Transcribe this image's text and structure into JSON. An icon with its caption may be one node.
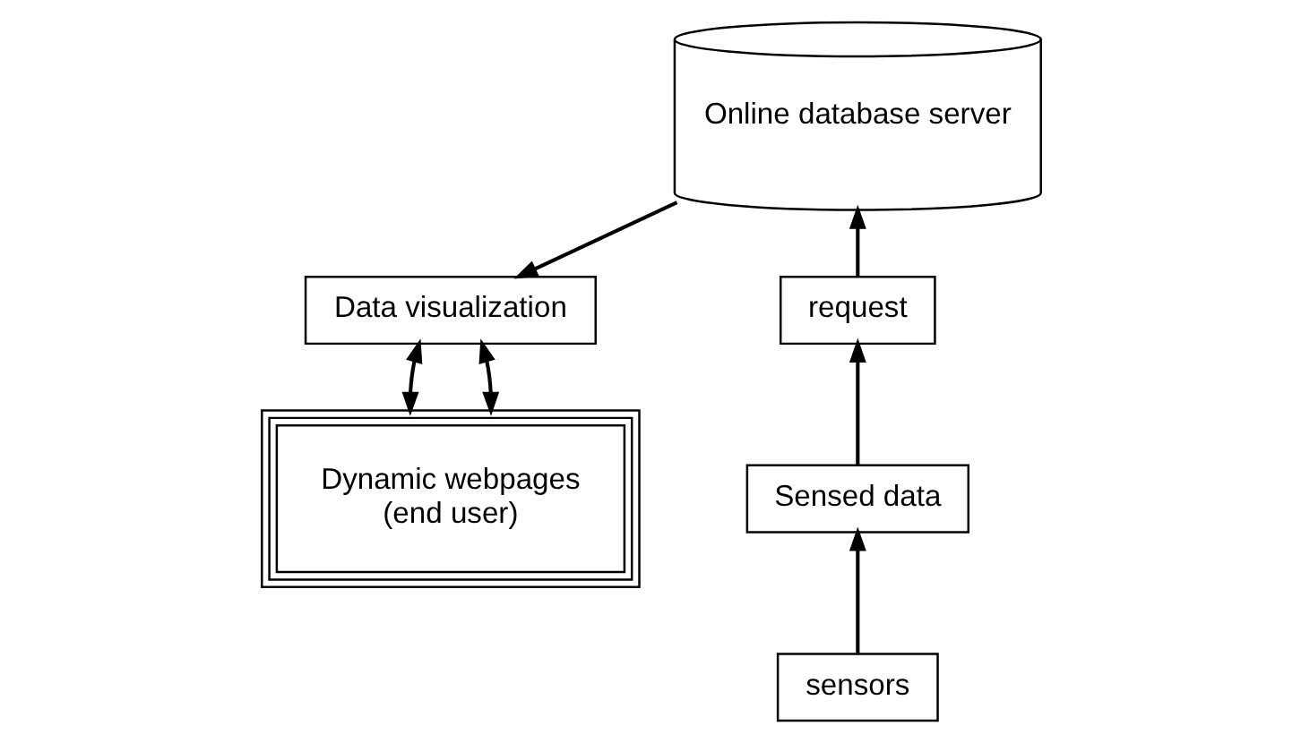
{
  "diagram": {
    "nodes": [
      {
        "text": [
          "Online database server"
        ]
      },
      {
        "text": [
          "request"
        ]
      },
      {
        "text": [
          "Sensed data"
        ]
      },
      {
        "text": [
          "sensors"
        ]
      },
      {
        "text": [
          "Data visualization"
        ]
      },
      {
        "text": [
          "Dynamic webpages",
          "(end user)"
        ]
      }
    ],
    "edges": [
      {
        "from": 3,
        "to": 2,
        "arrow": "to"
      },
      {
        "from": 2,
        "to": 1,
        "arrow": "to"
      },
      {
        "from": 1,
        "to": 0,
        "arrow": "to"
      },
      {
        "from": 0,
        "to": 4,
        "arrow": "to"
      },
      {
        "from": 4,
        "to": 5,
        "arrow": "both"
      },
      {
        "from": 4,
        "to": 5,
        "arrow": "both"
      }
    ]
  }
}
